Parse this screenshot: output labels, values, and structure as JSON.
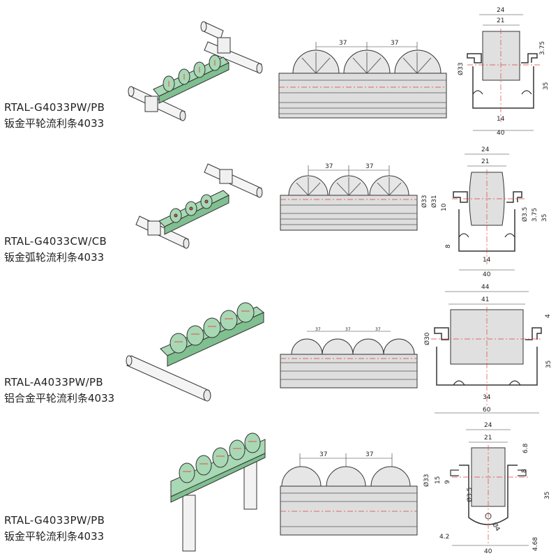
{
  "products": [
    {
      "code": "RTAL-G4033PW/PB",
      "name": "钣金平轮流利条4033",
      "side_dims": [
        "37",
        "37"
      ],
      "section_dims": {
        "top": "24",
        "inner": "21",
        "right_top": "3.75",
        "height": "35",
        "dia": "Ø33",
        "slot": "14",
        "width": "40"
      }
    },
    {
      "code": "RTAL-G4033CW/CB",
      "name": "钣金弧轮流利条4033",
      "side_dims": [
        "37",
        "37"
      ],
      "section_dims": {
        "top": "24",
        "inner": "21",
        "dia": "Ø33",
        "d31": "Ø31",
        "ten": "10",
        "d35": "Ø3.5",
        "r375": "3.75",
        "height": "35",
        "eight": "8",
        "slot": "14",
        "width": "40"
      }
    },
    {
      "code": "RTAL-A4033PW/PB",
      "name": "铝合金平轮流利条4033",
      "side_dims": [
        "37",
        "37",
        "37"
      ],
      "section_dims": {
        "top": "44",
        "inner": "41",
        "right": "4",
        "dia": "Ø30",
        "height": "35",
        "slot": "34",
        "width": "60"
      }
    },
    {
      "code": "RTAL-G4033PW/PB",
      "name": "钣金平轮流利条4033",
      "side_dims": [
        "37",
        "37"
      ],
      "section_dims": {
        "top": "24",
        "inner": "21",
        "r68": "6.8",
        "r8": "8",
        "dia": "Ø33",
        "fifteen": "15",
        "nine": "9",
        "d35": "Ø3.5",
        "d4": "Ø4",
        "height": "35",
        "left42": "4.2",
        "width": "40",
        "r468": "4.68"
      }
    }
  ],
  "colors": {
    "profile": "#a8d8b4",
    "profile_dark": "#6fae80",
    "wheel_red": "#e05050",
    "tube": "#f2f2f2",
    "wheel_gray": "#e6e6e6",
    "center_line": "#e04040",
    "outline": "#333333"
  },
  "icons": [
    "roller-track-3d-icon",
    "side-view-drawing-icon",
    "cross-section-drawing-icon"
  ]
}
